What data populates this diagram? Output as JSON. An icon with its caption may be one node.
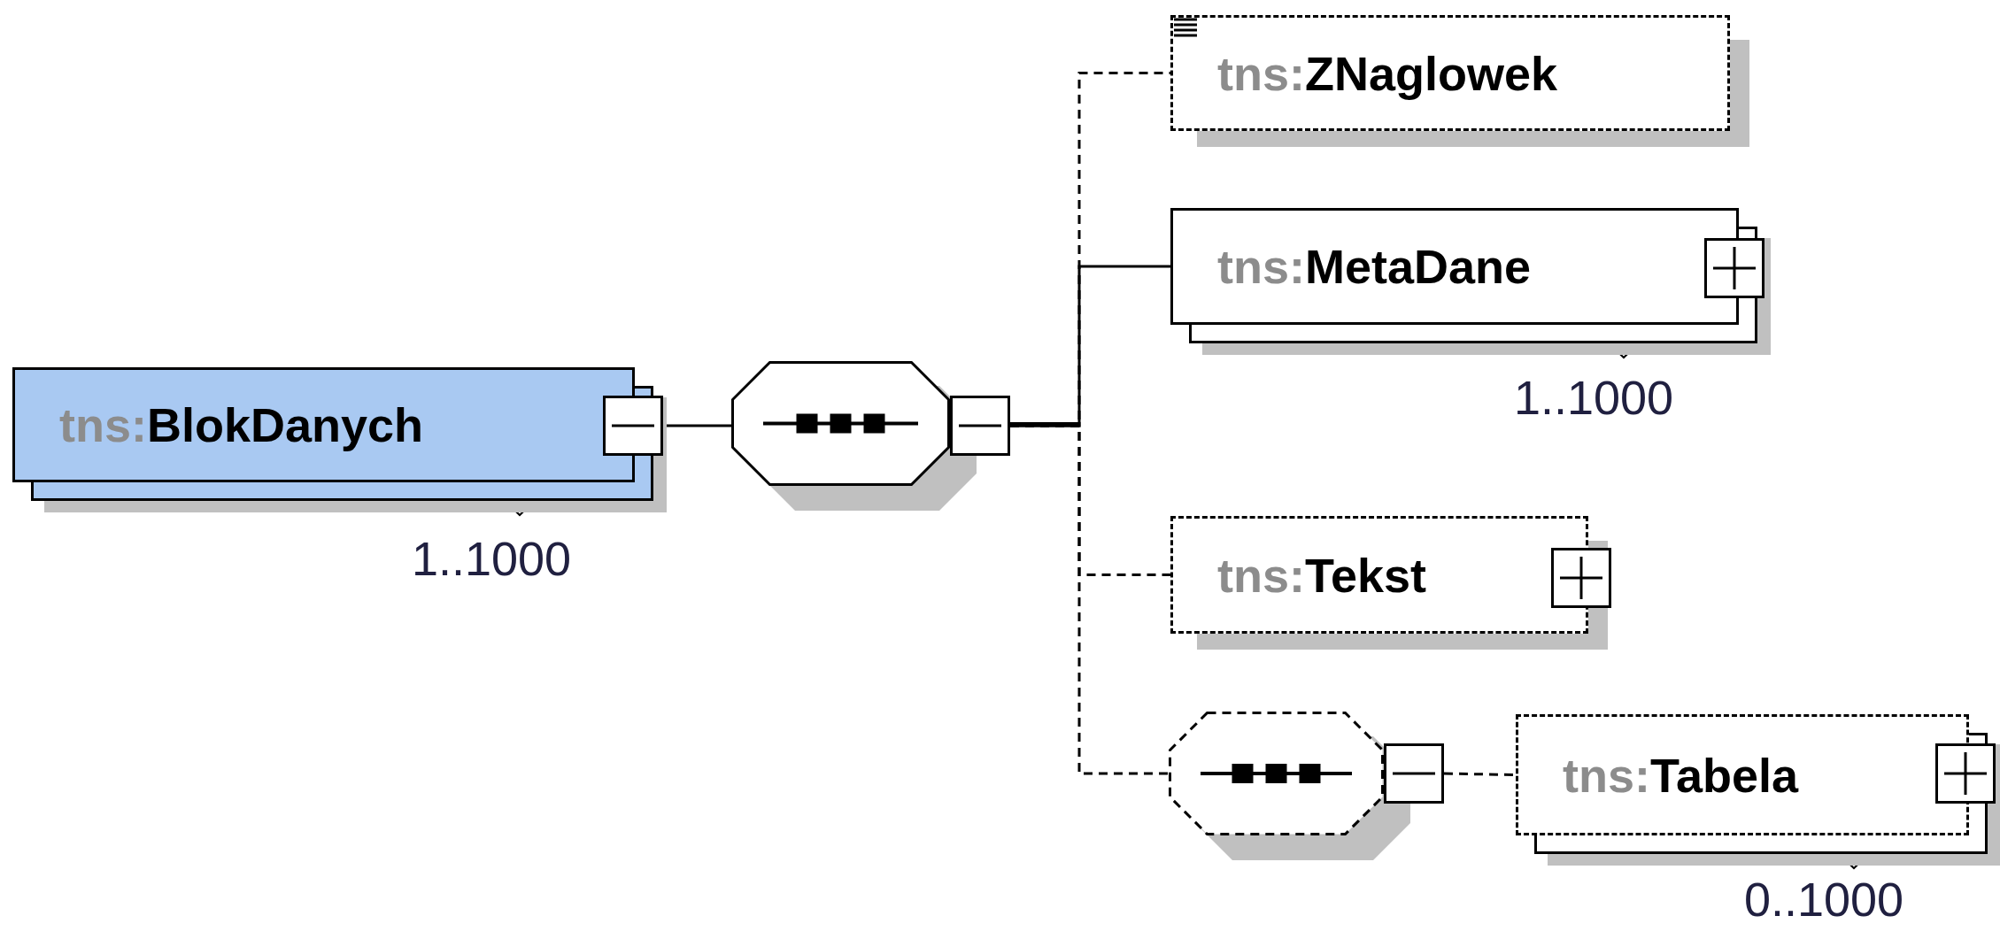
{
  "diagram": {
    "nodes": [
      {
        "text": [
          "tns:**BlokDanych**"
        ],
        "beside": [
          "1..1000"
        ]
      },
      {
        "text": [],
        "shape": "octagon"
      },
      {
        "text": [
          "tns:**ZNaglowek**"
        ]
      },
      {
        "text": [
          "tns:**MetaDane**"
        ],
        "beside": [
          "1..1000"
        ]
      },
      {
        "text": [
          "tns:**Tekst**"
        ]
      },
      {
        "text": [],
        "shape": "octagon"
      },
      {
        "text": [
          "tns:**Tabela**"
        ],
        "beside": [
          "0..1000"
        ]
      }
    ],
    "edges": [
      {
        "from": 0,
        "to": 1,
        "arrow": "none"
      },
      {
        "from": 1,
        "to": 2,
        "arrow": "none",
        "style": "dashed"
      },
      {
        "from": 1,
        "to": 3,
        "arrow": "none"
      },
      {
        "from": 1,
        "to": 4,
        "arrow": "none",
        "style": "dashed"
      },
      {
        "from": 1,
        "to": 5,
        "arrow": "none",
        "style": "dashed"
      },
      {
        "from": 5,
        "to": 6,
        "arrow": "none",
        "style": "dashed"
      }
    ]
  }
}
